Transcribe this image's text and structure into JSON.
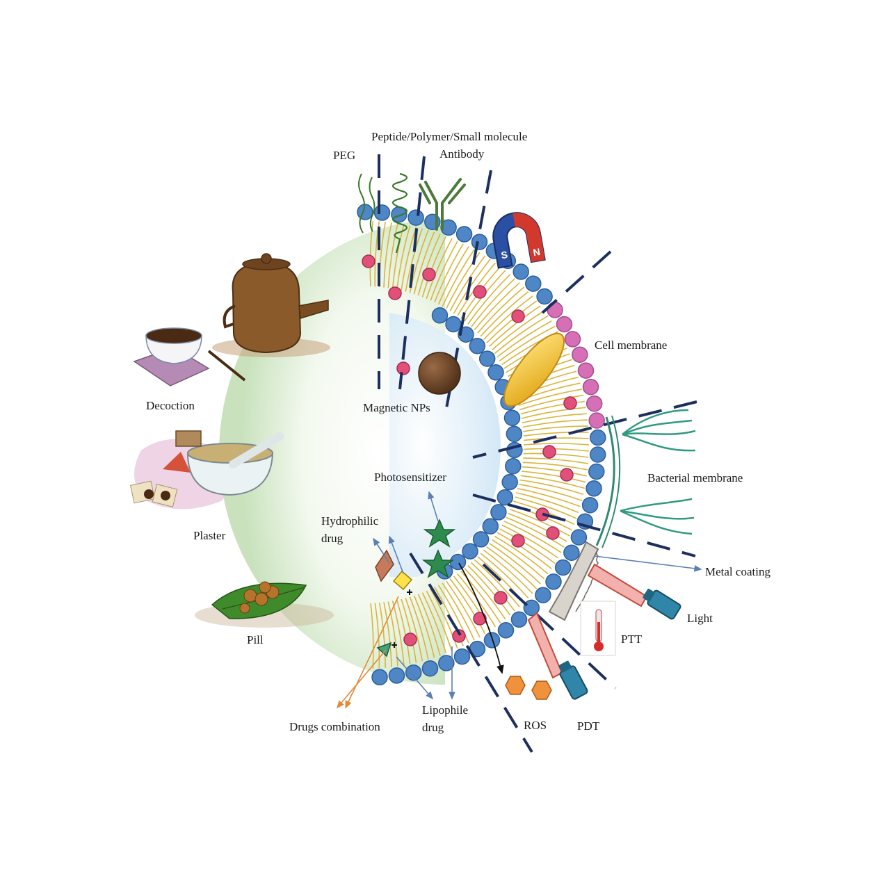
{
  "labels": {
    "peg": "PEG",
    "peptide": "Peptide/Polymer/Small molecule",
    "antibody": "Antibody",
    "cell_membrane": "Cell membrane",
    "magnetic_nps": "Magnetic NPs",
    "bacterial_membrane": "Bacterial membrane",
    "photosensitizer": "Photosensitizer",
    "hydrophilic_drug_1": "Hydrophilic",
    "hydrophilic_drug_2": "drug",
    "metal_coating": "Metal coating",
    "light": "Light",
    "ptt": "PTT",
    "pdt": "PDT",
    "ros": "ROS",
    "lipophile_drug_1": "Lipophile",
    "lipophile_drug_2": "drug",
    "drugs_combination": "Drugs combination",
    "decoction": "Decoction",
    "plaster": "Plaster",
    "pill": "Pill"
  },
  "colors": {
    "lipid_head": "#4f86c6",
    "cell_membrane_head": "#d66fb6",
    "lipid_tail": "#d9b43a",
    "drug": "#e2507a",
    "divider": "#1c2f5e",
    "background_green": "#cfe6c4",
    "core_blue": "#dceefa"
  },
  "icons": {
    "magnet": "magnet-icon",
    "thermometer": "thermometer-icon",
    "light_source": "light-source-icon",
    "teapot": "teapot-icon",
    "mortar": "mortar-icon",
    "leaf": "leaf-icon"
  }
}
